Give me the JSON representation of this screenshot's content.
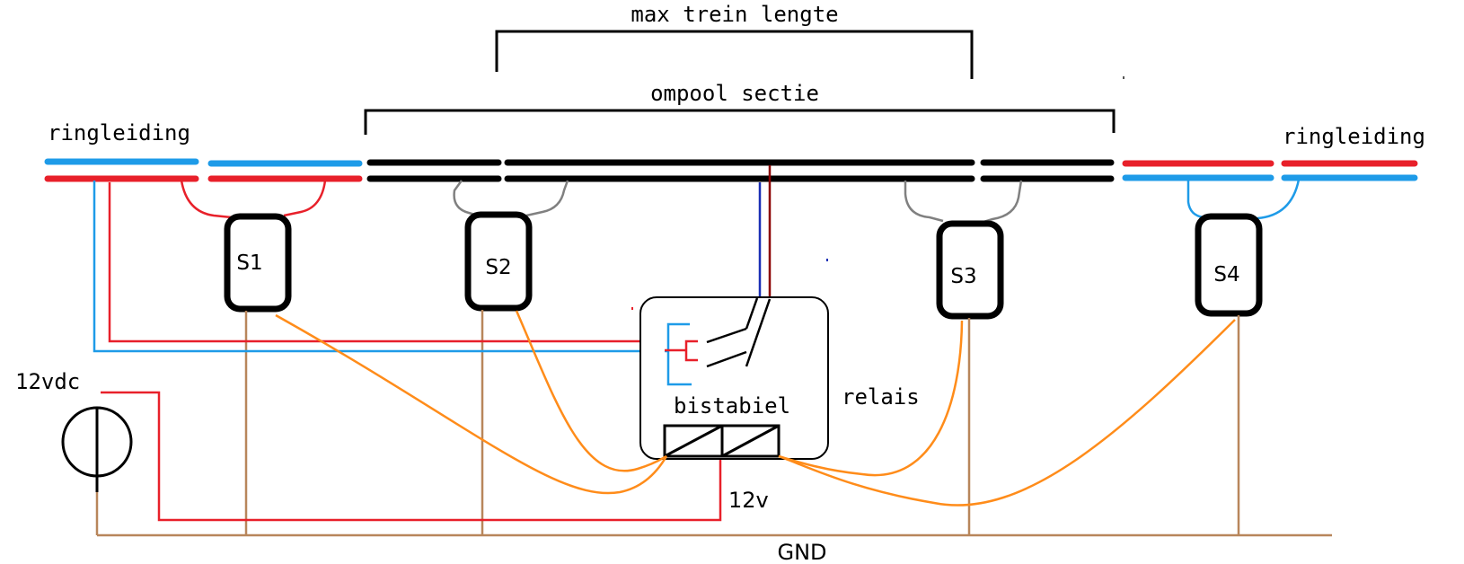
{
  "labels": {
    "max_train_length": "max trein lengte",
    "reversing_section": "ompool sectie",
    "ring_left": "ringleiding",
    "ring_right": "ringleiding",
    "supply": "12vdc",
    "bistable": "bistabiel",
    "relay": "relais",
    "twelve_v": "12v",
    "ground": "GND"
  },
  "sensors": [
    "S1",
    "S2",
    "S3",
    "S4"
  ],
  "colors": {
    "rail_blue": "#1e9be8",
    "rail_red": "#e8202a",
    "rail_black": "#000000",
    "sensor_link_gray": "#808080",
    "signal_orange": "#ff8c1a",
    "ground_brown": "#b8865b",
    "wire_red": "#e8202a",
    "wire_blue": "#1e9be8",
    "feed_darkred": "#8b0000",
    "feed_navy": "#1a2fb5"
  }
}
